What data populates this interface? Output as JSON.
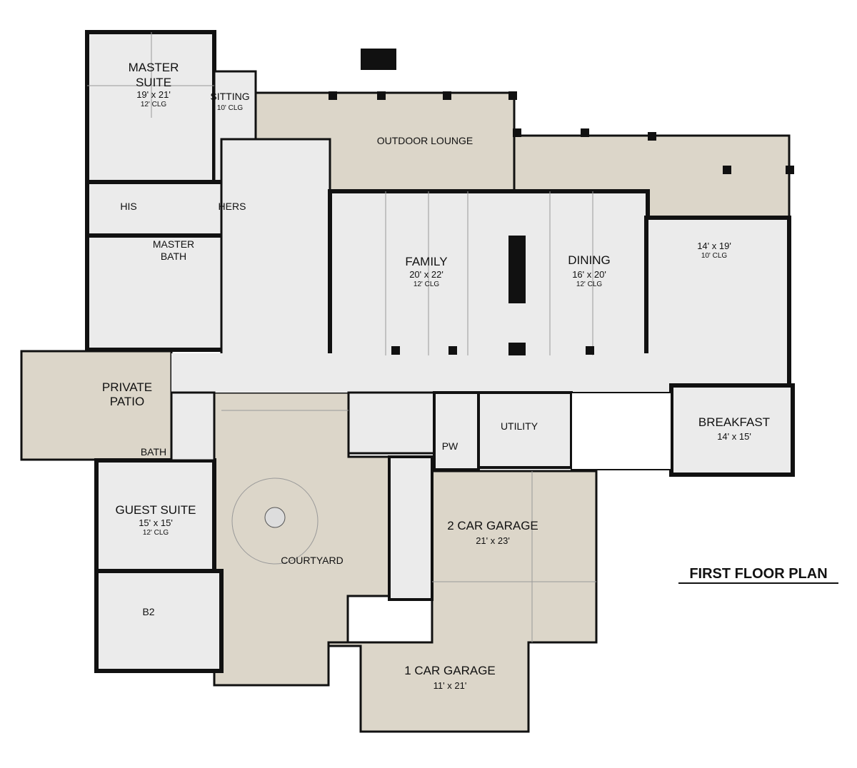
{
  "plan_title": "FIRST FLOOR PLAN",
  "colors": {
    "interior": "#ebebeb",
    "exterior": "#dcd6c9",
    "wall": "#111111"
  },
  "rooms": {
    "master_suite": {
      "name1": "MASTER",
      "name2": "SUITE",
      "size": "19' x 21'",
      "ceiling": "12' CLG"
    },
    "sitting": {
      "name": "SITTING",
      "ceiling": "10' CLG"
    },
    "outdoor_lounge": {
      "name": "OUTDOOR LOUNGE"
    },
    "his": {
      "name": "HIS"
    },
    "hers": {
      "name": "HERS"
    },
    "master_bath": {
      "name1": "MASTER",
      "name2": "BATH"
    },
    "family": {
      "name": "FAMILY",
      "size": "20' x 22'",
      "ceiling": "12' CLG"
    },
    "dining": {
      "name": "DINING",
      "size": "16' x 20'",
      "ceiling": "12' CLG"
    },
    "kitchen": {
      "size": "14' x 19'",
      "ceiling": "10' CLG"
    },
    "private_patio": {
      "name1": "PRIVATE",
      "name2": "PATIO"
    },
    "bath": {
      "name": "BATH"
    },
    "pw": {
      "name": "PW"
    },
    "utility": {
      "name": "UTILITY"
    },
    "breakfast": {
      "name": "BREAKFAST",
      "size": "14' x 15'"
    },
    "guest_suite": {
      "name": "GUEST SUITE",
      "size": "15' x 15'",
      "ceiling": "12' CLG"
    },
    "courtyard": {
      "name": "COURTYARD"
    },
    "two_car_garage": {
      "name": "2 CAR GARAGE",
      "size": "21' x 23'"
    },
    "b2": {
      "name": "B2"
    },
    "one_car_garage": {
      "name": "1 CAR GARAGE",
      "size": "11' x 21'"
    }
  }
}
